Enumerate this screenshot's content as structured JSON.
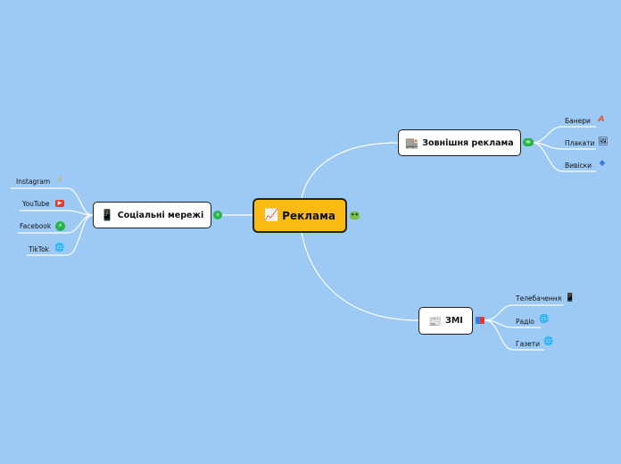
{
  "central": {
    "label": "Реклама",
    "icon": "📈"
  },
  "branches": {
    "outdoor": {
      "label": "Зовнішня реклама",
      "icon": "🏬",
      "items": [
        {
          "label": "Банери",
          "icon": "A"
        },
        {
          "label": "Плакати",
          "icon": "🖼"
        },
        {
          "label": "Вивіски",
          "icon": "◆"
        }
      ]
    },
    "social": {
      "label": "Соціальні мережі",
      "icon": "📱",
      "items": [
        {
          "label": "Instagram",
          "icon": "⚡"
        },
        {
          "label": "YouTube",
          "icon": "▶"
        },
        {
          "label": "Facebook",
          "icon": "⚡"
        },
        {
          "label": "TikTok",
          "icon": "🌐"
        }
      ]
    },
    "media": {
      "label": "ЗМІ",
      "icon": "📰",
      "items": [
        {
          "label": "Телебачення",
          "icon": "📱"
        },
        {
          "label": "Радіо",
          "icon": "🌐"
        },
        {
          "label": "Газети",
          "icon": "🌐"
        }
      ]
    }
  },
  "colors": {
    "background": "#9dc9f5",
    "central_fill": "#fbb914",
    "connector": "#ffffff",
    "marker_green": "#27b54a",
    "marker_red": "#e23b2e"
  }
}
